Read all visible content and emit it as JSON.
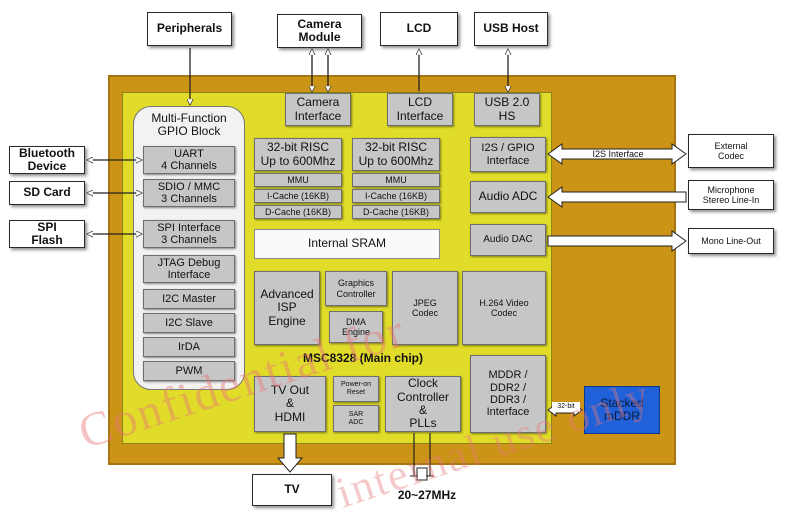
{
  "external": {
    "peripherals": "Peripherals",
    "camera_module": "Camera\nModule",
    "lcd": "LCD",
    "usb_host": "USB Host",
    "bluetooth": "Bluetooth\nDevice",
    "sd_card": "SD Card",
    "spi_flash": "SPI\nFlash",
    "external_codec": "External\nCodec",
    "microphone": "Microphone\nStereo Line-In",
    "mono_line_out": "Mono Line-Out",
    "tv": "TV",
    "crystal": "20~27MHz"
  },
  "gpio": {
    "title": "Multi-Function\nGPIO Block",
    "items": [
      "UART\n4 Channels",
      "SDIO / MMC\n3 Channels",
      "SPI Interface\n3 Channels",
      "JTAG Debug\nInterface",
      "I2C Master",
      "I2C Slave",
      "IrDA",
      "PWM"
    ]
  },
  "interfaces": {
    "camera": "Camera\nInterface",
    "lcd": "LCD\nInterface",
    "usb": "USB 2.0\nHS",
    "i2s": "I2S / GPIO\nInterface",
    "audio_adc": "Audio ADC",
    "audio_dac": "Audio DAC",
    "mddr": "MDDR /\nDDR2 /\nDDR3 /\nInterface"
  },
  "cpu": [
    {
      "title": "32-bit RISC\nUp to 600Mhz",
      "mmu": "MMU",
      "icache": "I-Cache (16KB)",
      "dcache": "D-Cache (16KB)"
    },
    {
      "title": "32-bit RISC\nUp to 600Mhz",
      "mmu": "MMU",
      "icache": "I-Cache (16KB)",
      "dcache": "D-Cache (16KB)"
    }
  ],
  "sram": "Internal SRAM",
  "engines": {
    "isp": "Advanced\nISP\nEngine",
    "graphics": "Graphics\nController",
    "dma": "DMA\nEngine",
    "jpeg": "JPEG\nCodec",
    "h264": "H.264 Video\nCodec"
  },
  "chip_label": "MSC8328 (Main chip)",
  "bottom": {
    "tv_out": "TV Out\n&\nHDMI",
    "power_reset": "Power-on\nReset",
    "sar_adc": "SAR\nADC",
    "clock": "Clock\nController\n&\nPLLs"
  },
  "stacked": "Stacked\nmDDR",
  "links": {
    "i2s_interface": "I2S Interface",
    "bus32": "32-bit"
  },
  "watermark": {
    "line1": "Confidential for",
    "line2": "internal use only"
  },
  "colors": {
    "outer": "#cc9416",
    "chip": "#e1dc2a",
    "block": "#c6c6c6",
    "stacked_mddr": "#2060d8",
    "watermark": "#e67878"
  }
}
